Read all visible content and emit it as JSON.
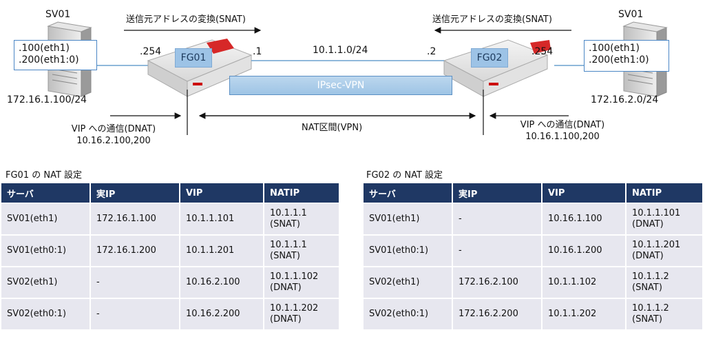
{
  "diagram": {
    "left_server": {
      "name": "SV01",
      "ip1": ".100(eth1)",
      "ip2": ".200(eth1:0)",
      "subnet": "172.16.1.100/24"
    },
    "right_server": {
      "name": "SV01",
      "ip1": ".100(eth1)",
      "ip2": ".200(eth1:0)",
      "subnet": "172.16.2.0/24"
    },
    "fg01": {
      "label": "FG01",
      "inner_ip": ".254",
      "outer_ip": ".1"
    },
    "fg02": {
      "label": "FG02",
      "inner_ip": ".254",
      "outer_ip": ".2"
    },
    "wan_subnet": "10.1.1.0/24",
    "vpn_label": "IPsec-VPN",
    "snat_left": "送信元アドレスの変換(SNAT)",
    "snat_right": "送信元アドレスの変換(SNAT)",
    "nat_zone": "NAT区間(VPN)",
    "dnat_left_line1": "VIP への通信(DNAT)",
    "dnat_left_line2": "10.16.2.100,200",
    "dnat_right_line1": "VIP への通信(DNAT)",
    "dnat_right_line2": "10.16.1.100,200"
  },
  "fg01_table": {
    "title": "FG01 の NAT 設定",
    "headers": [
      "サーバ",
      "実IP",
      "VIP",
      "NATIP"
    ],
    "rows": [
      {
        "server": "SV01(eth1)",
        "real": "172.16.1.100",
        "vip": "10.1.1.101",
        "nat1": "10.1.1.1",
        "nat2": "(SNAT)"
      },
      {
        "server": "SV01(eth0:1)",
        "real": "172.16.1.200",
        "vip": "10.1.1.201",
        "nat1": "10.1.1.1",
        "nat2": "(SNAT)"
      },
      {
        "server": "SV02(eth1)",
        "real": "-",
        "vip": "10.16.2.100",
        "nat1": "10.1.1.102",
        "nat2": "(DNAT)"
      },
      {
        "server": "SV02(eth0:1)",
        "real": "-",
        "vip": "10.16.2.200",
        "nat1": "10.1.1.202",
        "nat2": "(DNAT)"
      }
    ]
  },
  "fg02_table": {
    "title": "FG02 の NAT 設定",
    "headers": [
      "サーバ",
      "実IP",
      "VIP",
      "NATIP"
    ],
    "rows": [
      {
        "server": "SV01(eth1)",
        "real": "-",
        "vip": "10.16.1.100",
        "nat1": "10.1.1.101",
        "nat2": "(DNAT)"
      },
      {
        "server": "SV01(eth0:1)",
        "real": "-",
        "vip": "10.16.1.200",
        "nat1": "10.1.1.201",
        "nat2": "(DNAT)"
      },
      {
        "server": "SV02(eth1)",
        "real": "172.16.2.100",
        "vip": "10.1.1.102",
        "nat1": "10.1.1.2",
        "nat2": "(SNAT)"
      },
      {
        "server": "SV02(eth0:1)",
        "real": "172.16.2.200",
        "vip": "10.1.1.202",
        "nat1": "10.1.1.2",
        "nat2": "(SNAT)"
      }
    ]
  }
}
